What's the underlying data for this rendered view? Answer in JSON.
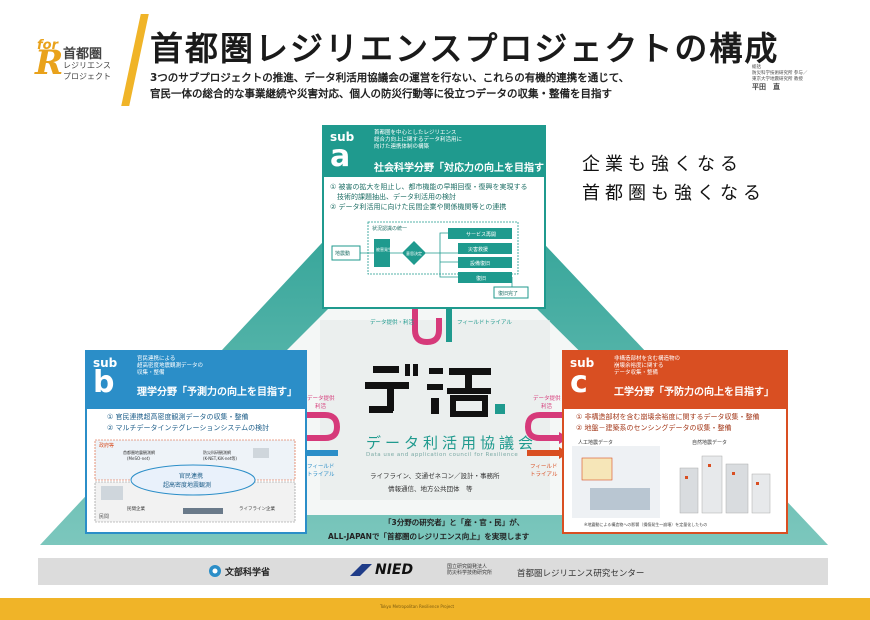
{
  "logo": {
    "for": "for",
    "r": "R",
    "line1": "首都圏",
    "line2": "レジリエンス",
    "line3": "プロジェクト"
  },
  "title": "首都圏レジリエンスプロジェクトの構成",
  "subtitle1": "3つのサブプロジェクトの推進、データ利活用協議会の運営を行ない、これらの有機的連携を通じて、",
  "subtitle2": "官民一体の総合的な事業継続や災害対応、個人の防災行動等に役立つデータの収集・整備を目指す",
  "author": {
    "role": "総括",
    "aff1": "防災科学技術研究所 参与／",
    "aff2": "東京大学地震研究所 教授",
    "name": "平田　直"
  },
  "slogan": [
    "企業も強くなる",
    "首都圏も強くなる"
  ],
  "sub_a": {
    "sub": "sub",
    "letter": "a",
    "desc": [
      "首都圏を中心としたレジリエンス",
      "総合力向上に関するデータ利活用に",
      "向けた連携体制の構築"
    ],
    "field": "社会科学分野「対応力の向上を目指す」",
    "goals": [
      "① 被害の拡大を阻止し、都市機能の早期回復・復興を実現する",
      "　技術的課題抽出、データ利活用の検討",
      "② データ利活用に向けた民間企業や関係機関等との連携"
    ],
    "flow": {
      "unify": "状況認識の統一",
      "quake": "地震動",
      "damage": "被害発生",
      "decide": "意思決定",
      "service": "サービス再開",
      "dispatch": "災害救援",
      "recover": "設備復旧",
      "restore": "復旧",
      "done": "復旧完了"
    }
  },
  "sub_b": {
    "sub": "sub",
    "letter": "b",
    "desc": [
      "官民連携による",
      "超高密度地震観測データの",
      "収集・整備"
    ],
    "field": "理学分野「予測力の向上を目指す」",
    "goals": [
      "① 官民連携超高密度観測データの収集・整備",
      "② マルチデータインテグレーションシステムの検討"
    ],
    "labels": {
      "gov": "政府等",
      "net1": "首都圏地震観測網",
      "net1b": "(MeSO-net)",
      "net2": "防災科研観測網",
      "net2b": "(K-NET,KiK-net等)",
      "cloud1": "官民連携",
      "cloud2": "超高密度地震観測",
      "private": "民間",
      "company": "民間企業",
      "lifeline": "ライフライン企業"
    }
  },
  "sub_c": {
    "sub": "sub",
    "letter": "c",
    "desc": [
      "非構造部材を含む構造物の",
      "崩壊余裕度に関する",
      "データ収集・整備"
    ],
    "field": "工学分野「予防力の向上を目指す」",
    "goals": [
      "① 非構造部材を含む崩壊余裕度に関するデータ収集・整備",
      "② 地盤－建築系のセンシングデータの収集・整備"
    ],
    "labels": {
      "artificial": "人工地震データ",
      "natural": "自然地震データ",
      "caption": "※地震動による構造物への影響（損傷発生～崩壊）を定量化したもの"
    }
  },
  "center": {
    "logo_de": "デ",
    "logo_katsu": "活",
    "name": "データ利活用協議会",
    "english": "Data use and application council for Resilience",
    "members1": "ライフライン、交通ゼネコン／設計・事務所",
    "members2": "情報通信、地方公共団体　等"
  },
  "arrows": {
    "top_left": "データ提供・利活",
    "top_right": "フィールドトライアル",
    "left_top1": "データ提供",
    "left_top2": "利活",
    "left_bot1": "フィールド",
    "left_bot2": "トライアル",
    "right_top1": "データ提供",
    "right_top2": "利活",
    "right_bot1": "フィールド",
    "right_bot2": "トライアル"
  },
  "footer": {
    "line1": "「3分野の研究者」と「産・官・民」が、",
    "line2": "ALL-JAPANで「首都圏のレジリエンス向上」を実現します",
    "mext": "文部科学省",
    "nied": "NIED",
    "nied_name1": "国立研究開発法人",
    "nied_name2": "防災科学技術研究所",
    "center_name": "首都圏レジリエンス研究センター",
    "copyright": "Tokyo Metropolitan Resilience Project"
  },
  "colors": {
    "teal": "#1f9a8e",
    "blue": "#2b8ec8",
    "orange": "#d94f22",
    "gold": "#f0b428",
    "magenta": "#d63a7a"
  }
}
